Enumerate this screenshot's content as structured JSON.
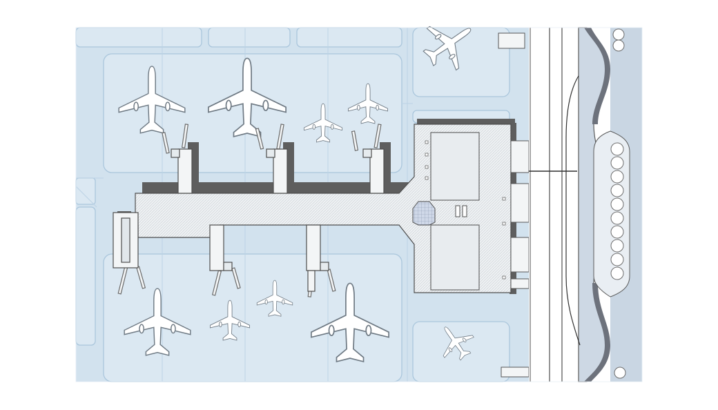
{
  "figure": {
    "kind": "airport terminal site plan",
    "texts": []
  },
  "colors": {
    "apron": "#d2e2ee",
    "taxiway_line": "#b3cfe3",
    "stand_fill": "#dce9f3",
    "building": "#f3f5f6",
    "building_edge": "#555555",
    "shadow": "#5c5c5c",
    "aircraft": "#ffffff",
    "road": "#ffffff",
    "landside_band": "#cfd9e5",
    "landside_shadow": "#6b6f78"
  },
  "icons": {
    "aircraft": "airplane-icon",
    "bridge": "jet-bridge-icon"
  },
  "counts": {
    "aircraft_north": 4,
    "aircraft_south": 4,
    "aircraft_east": 2,
    "piers_north": 3,
    "piers_south": 3,
    "vehicles_parked": 10
  }
}
